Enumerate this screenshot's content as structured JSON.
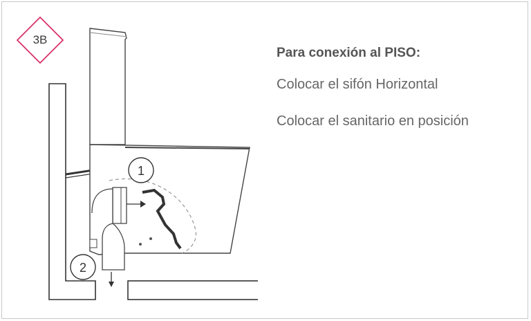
{
  "badge": {
    "label": "3B",
    "color": "#d6336c"
  },
  "diagram": {
    "step_1": "1",
    "step_2": "2"
  },
  "instructions": {
    "heading": "Para conexión al PISO:",
    "line_1": "Colocar el sifón Horizontal",
    "line_2": "Colocar el sanitario en posición"
  }
}
